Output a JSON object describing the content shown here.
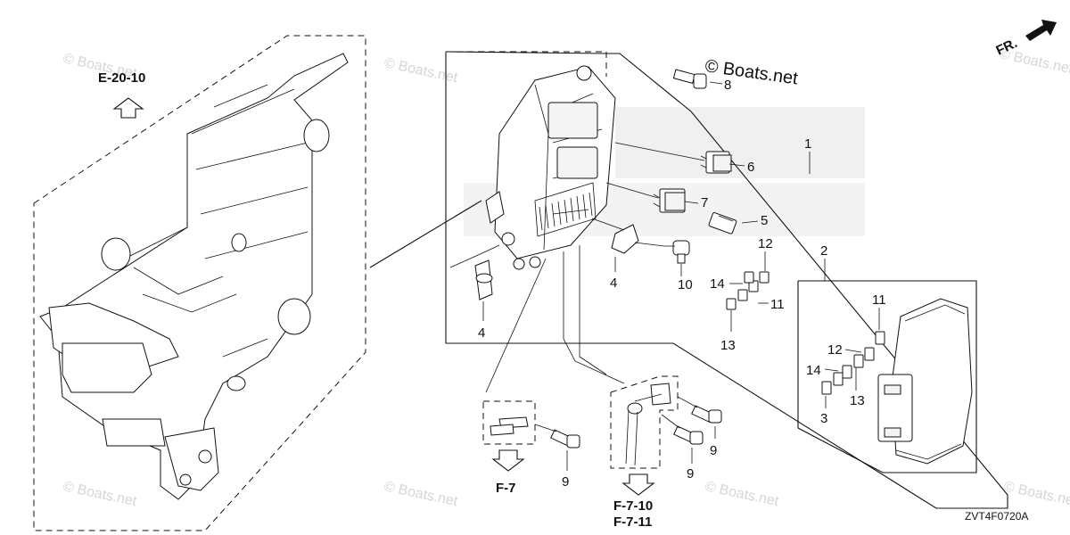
{
  "diagram": {
    "ref_top": "E-20-10",
    "ref_f7": "F-7",
    "ref_f710": "F-7-10",
    "ref_f711": "F-7-11",
    "copyright": "© Boats.net",
    "fr": "FR.",
    "code": "ZVT4F0720A",
    "watermark": "© Boats.net",
    "callouts": {
      "c1": "1",
      "c2": "2",
      "c3": "3",
      "c4a": "4",
      "c4b": "4",
      "c5": "5",
      "c6": "6",
      "c7": "7",
      "c8": "8",
      "c9a": "9",
      "c9b": "9",
      "c9c": "9",
      "c10": "10",
      "c11a": "11",
      "c11b": "11",
      "c12a": "12",
      "c12b": "12",
      "c13a": "13",
      "c13b": "13",
      "c14a": "14",
      "c14b": "14"
    }
  }
}
